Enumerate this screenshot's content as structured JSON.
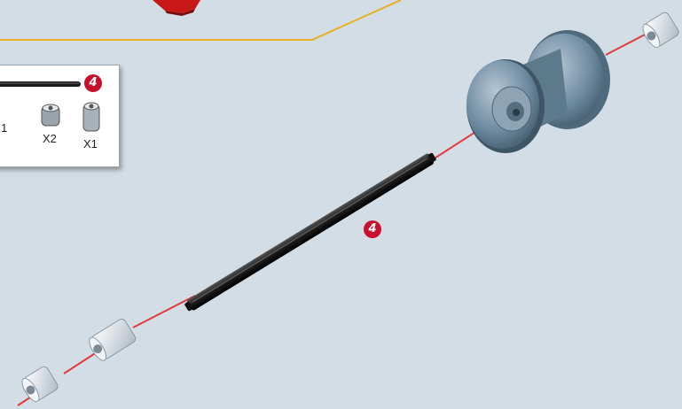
{
  "callout": {
    "axle_step_badge": "4",
    "partial_qty": "1",
    "bush_qty": "X2",
    "connector_qty": "X1"
  },
  "main": {
    "axle_step_badge": "4"
  },
  "colors": {
    "background": "#d3dde6",
    "guide_line": "#e8b020",
    "assembly_line": "#e23a3a",
    "badge": "#c8102e",
    "axle": "#1a1a1a",
    "wheel": "#6d8aa0",
    "bush": "#e8edf1"
  },
  "icons": [
    "red-brick-corner",
    "long-axle",
    "wheel",
    "bush",
    "pin-connector"
  ]
}
